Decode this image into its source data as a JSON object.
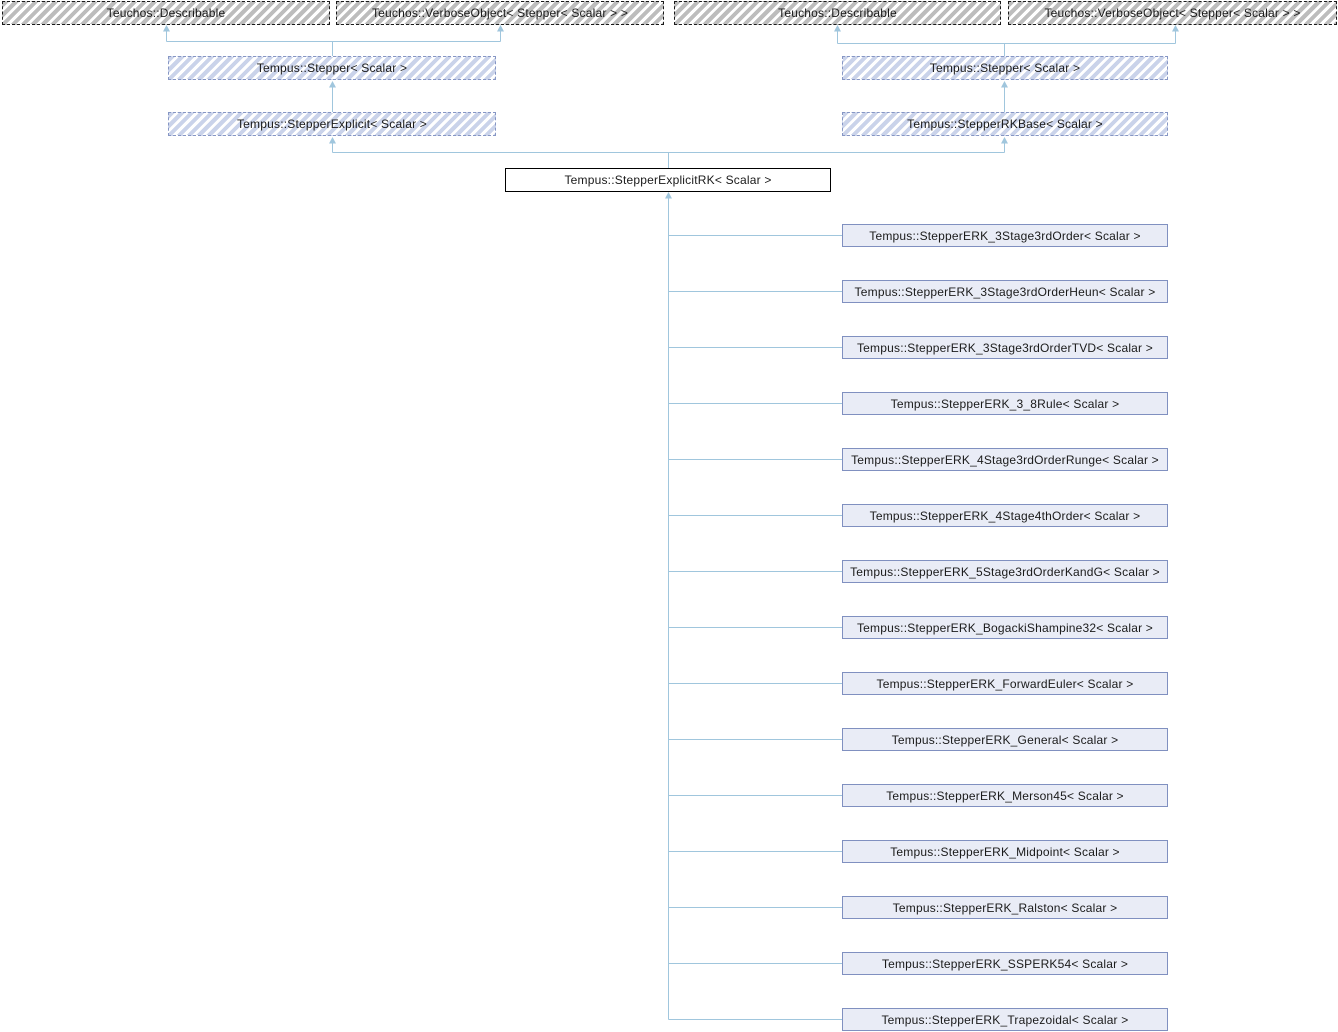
{
  "colors": {
    "edge": "#a0c6dd",
    "external_hatch": "#bdbdbd",
    "external_border": "#1a1a1a",
    "template_hatch": "#cad3ea",
    "template_border": "#8696c4",
    "main_border": "#000000",
    "derived_fill": "#e9ecf6",
    "derived_border": "#8090c0",
    "text": "#1a1a1a"
  },
  "nodes": {
    "external": [
      {
        "label": "Teuchos::Describable"
      },
      {
        "label": "Teuchos::VerboseObject< Stepper< Scalar > >"
      },
      {
        "label": "Teuchos::Describable"
      },
      {
        "label": "Teuchos::VerboseObject< Stepper< Scalar > >"
      }
    ],
    "bases": [
      {
        "label": "Tempus::Stepper< Scalar >"
      },
      {
        "label": "Tempus::StepperExplicit< Scalar >"
      },
      {
        "label": "Tempus::Stepper< Scalar >"
      },
      {
        "label": "Tempus::StepperRKBase< Scalar >"
      }
    ],
    "main": {
      "label": "Tempus::StepperExplicitRK< Scalar >"
    },
    "derived": [
      {
        "label": "Tempus::StepperERK_3Stage3rdOrder< Scalar >"
      },
      {
        "label": "Tempus::StepperERK_3Stage3rdOrderHeun< Scalar >"
      },
      {
        "label": "Tempus::StepperERK_3Stage3rdOrderTVD< Scalar >"
      },
      {
        "label": "Tempus::StepperERK_3_8Rule< Scalar >"
      },
      {
        "label": "Tempus::StepperERK_4Stage3rdOrderRunge< Scalar >"
      },
      {
        "label": "Tempus::StepperERK_4Stage4thOrder< Scalar >"
      },
      {
        "label": "Tempus::StepperERK_5Stage3rdOrderKandG< Scalar >"
      },
      {
        "label": "Tempus::StepperERK_BogackiShampine32< Scalar >"
      },
      {
        "label": "Tempus::StepperERK_ForwardEuler< Scalar >"
      },
      {
        "label": "Tempus::StepperERK_General< Scalar >"
      },
      {
        "label": "Tempus::StepperERK_Merson45< Scalar >"
      },
      {
        "label": "Tempus::StepperERK_Midpoint< Scalar >"
      },
      {
        "label": "Tempus::StepperERK_Ralston< Scalar >"
      },
      {
        "label": "Tempus::StepperERK_SSPERK54< Scalar >"
      },
      {
        "label": "Tempus::StepperERK_Trapezoidal< Scalar >"
      }
    ]
  }
}
